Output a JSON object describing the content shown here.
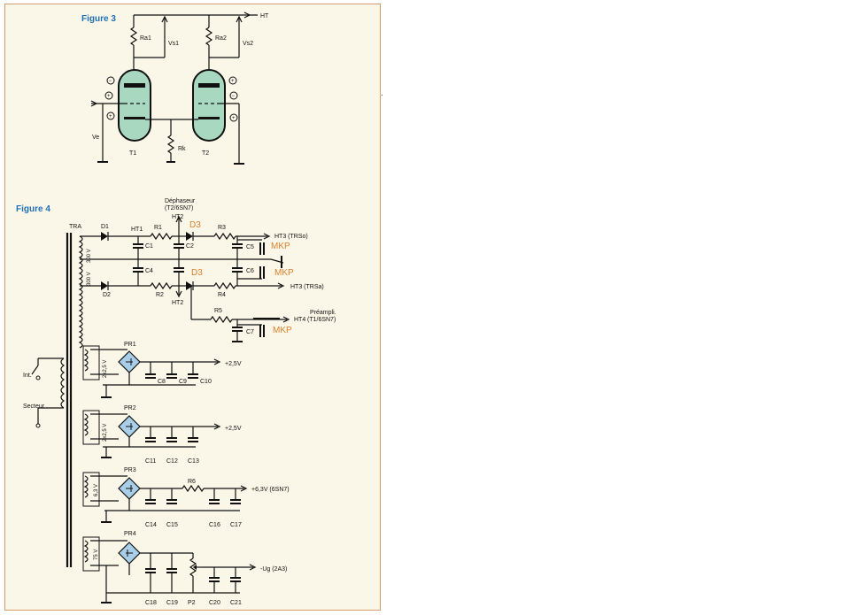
{
  "figure3": {
    "title": "Figure 3",
    "labels": {
      "ht": "HT",
      "ra1": "Ra1",
      "ra2": "Ra2",
      "vs1": "Vs1",
      "vs2": "Vs2",
      "ve": "Ve",
      "t1": "T1",
      "t2": "T2",
      "rk": "Rk"
    },
    "signs": {
      "plus": "+",
      "minus": "−"
    }
  },
  "figure4": {
    "title": "Figure 4",
    "transformer": "TRA",
    "winding_300a": "300 V",
    "winding_300b": "300 V",
    "switch_label": "Int.",
    "mains_label": "Secteur",
    "diodes": {
      "d1": "D1",
      "d2": "D2"
    },
    "phase_splitter": {
      "line1": "Déphaseur",
      "line2": "(T2/6SN7)"
    },
    "ht1": "HT1",
    "ht2_top": "HT2",
    "ht2_bottom": "HT2",
    "resistors": {
      "r1": "R1",
      "r2": "R2",
      "r3": "R3",
      "r4": "R4",
      "r5": "R5",
      "r6": "R6",
      "p2": "P2"
    },
    "caps": {
      "c1": "C1",
      "c2": "C2",
      "c4": "C4",
      "c5": "C5",
      "c6": "C6",
      "c7": "C7",
      "c8": "C8",
      "c9": "C9",
      "c10": "C10",
      "c11": "C11",
      "c12": "C12",
      "c13": "C13",
      "c14": "C14",
      "c15": "C15",
      "c16": "C16",
      "c17": "C17",
      "c18": "C18",
      "c19": "C19",
      "c20": "C20",
      "c21": "C21"
    },
    "outputs": {
      "ht3_top": "HT3 (TRSo)",
      "ht3_bottom": "HT3 (TRSa)",
      "ht4": "HT4",
      "preampli_line1": "Préampli.",
      "preampli_line2": "(T1/6SN7)",
      "pr1_out": "+2,5V",
      "pr2_out": "+2,5V",
      "pr3_out": "+6,3V (6SN7)",
      "pr4_out": "-Ug (2A3)"
    },
    "bridges": {
      "pr1": "PR1",
      "pr2": "PR2",
      "pr3": "PR3",
      "pr4": "PR4"
    },
    "windings": {
      "pr1": "2x2,5 V",
      "pr2": "2x2,5 V",
      "pr3": "6,3 V",
      "pr4": "75 V"
    },
    "annotations": {
      "d3_top": "D3",
      "d3_bottom": "D3",
      "mkp1": "MKP",
      "mkp2": "MKP",
      "mkp3": "MKP"
    }
  }
}
